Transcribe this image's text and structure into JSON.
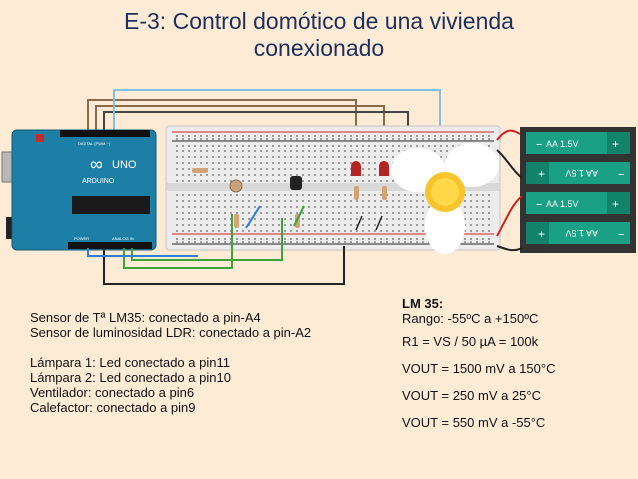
{
  "title": {
    "line1": "E-3:  Control domótico de una vivienda",
    "line2": "conexionado"
  },
  "board": {
    "logo": "∞",
    "brand": "ARDUINO",
    "model": "UNO",
    "digital_label": "DIGITAL (PWM ~)",
    "power_label": "POWER",
    "analog_label": "ANALOG IN"
  },
  "battery": {
    "cell_label": "AA 1.5V",
    "plus": "+",
    "minus": "−"
  },
  "notes": {
    "lm35": "Sensor de Tª LM35:  conectado a pin-A4",
    "ldr": "Sensor de luminosidad LDR: conectado a pin-A2",
    "lamp1": "Lámpara 1: Led conectado a pin11",
    "lamp2": "Lámpara 2: Led conectado a pin10",
    "fan": "Ventilador: conectado a pin6",
    "heater": "Calefactor: conectado a pin9"
  },
  "spec": {
    "heading": "LM 35:",
    "range": "Rango:   -55ºC   a   +150ºC",
    "r1": "R1 = VS / 50 µA = 100k",
    "v1": "VOUT = 1500 mV a 150°C",
    "v2": "VOUT = 250 mV a 25°C",
    "v3": "VOUT = 550 mV a -55°C"
  },
  "colors": {
    "title": "#1d2f5c",
    "background": "#fdebd6",
    "board": "#1e7fa6",
    "breadboard": "#ececec",
    "battery": "#1aa085",
    "wire_red": "#d42020",
    "wire_black": "#222222",
    "wire_green": "#3da33a",
    "wire_blue": "#2f7fd6"
  }
}
